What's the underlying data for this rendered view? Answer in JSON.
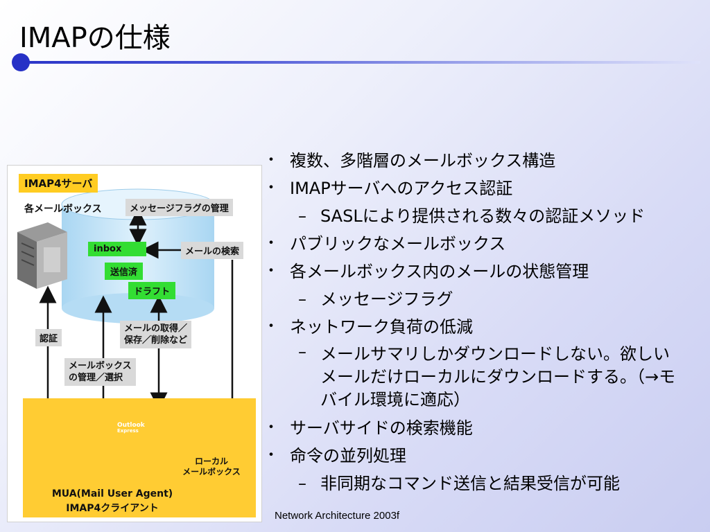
{
  "slide": {
    "title": "IMAPの仕様",
    "footer": "Network Architecture 2003f"
  },
  "figure": {
    "server_title": "IMAP4サーバ",
    "mailboxes_label": "各メールボックス",
    "flag_mgmt": "メッセージフラグの管理",
    "inbox": "inbox",
    "sent": "送信済",
    "draft": "ドラフト",
    "mail_search": "メールの検索",
    "auth": "認証",
    "fetch": "メールの取得／\n保存／削除など",
    "mailbox_mgmt": "メールボックス\nの管理／選択",
    "local_mailbox": "ローカル\nメールボックス",
    "client_line1": "MUA(Mail User Agent)",
    "client_line2": "IMAP4クライアント",
    "outlook_title": "Outlook",
    "outlook_subtitle": "Express"
  },
  "bullets": [
    {
      "level": 1,
      "mark": "・",
      "text": "複数、多階層のメールボックス構造"
    },
    {
      "level": 1,
      "mark": "・",
      "text": "IMAPサーバへのアクセス認証"
    },
    {
      "level": 2,
      "mark": "–",
      "text": "SASLにより提供される数々の認証メソッド"
    },
    {
      "level": 1,
      "mark": "・",
      "text": "パブリックなメールボックス"
    },
    {
      "level": 1,
      "mark": "・",
      "text": "各メールボックス内のメールの状態管理"
    },
    {
      "level": 2,
      "mark": "–",
      "text": "メッセージフラグ"
    },
    {
      "level": 1,
      "mark": "・",
      "text": "ネットワーク負荷の低減"
    },
    {
      "level": 2,
      "mark": "–",
      "text": "メールサマリしかダウンロードしない。欲しいメールだけローカルにダウンロードする。（→モバイル環境に適応）"
    },
    {
      "level": 1,
      "mark": "・",
      "text": "サーバサイドの検索機能"
    },
    {
      "level": 1,
      "mark": "・",
      "text": "命令の並列処理"
    },
    {
      "level": 2,
      "mark": "–",
      "text": "非同期なコマンド送信と結果受信が可能"
    }
  ],
  "colors": {
    "title_rule": "#2b36c8",
    "server_tag": "#ffcc22",
    "client_area": "#ffcc33",
    "mailbox_tag": "#33dd33",
    "cylinder": "#bfe3f7"
  }
}
